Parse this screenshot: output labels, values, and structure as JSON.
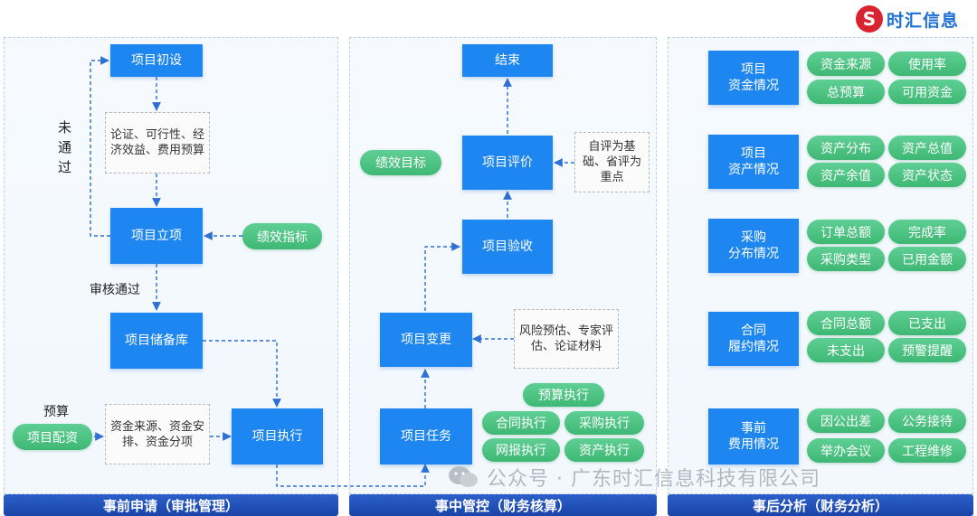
{
  "logo": {
    "mark": "S",
    "text": "时汇信息"
  },
  "sections": {
    "left_footer": "事前申请（审批管理）",
    "mid_footer": "事中管控（财务核算）",
    "right_footer": "事后分析（财务分析）"
  },
  "left": {
    "init": "项目初设",
    "note1": "论证、可行性、经济效益、费用预算",
    "approve": "项目立项",
    "indicator": "绩效指标",
    "not_passed": "未\n通\n过",
    "passed": "审核通过",
    "reserve": "项目储备库",
    "budget_label": "预算",
    "allocation": "项目配资",
    "note2": "资金来源、资金安排、资金分项",
    "execute": "项目执行"
  },
  "mid": {
    "end": "结束",
    "goal": "绩效目标",
    "evaluate": "项目评价",
    "note_eval": "自评为基础、省评为重点",
    "accept": "项目验收",
    "change": "项目变更",
    "note_change": "风险预估、专家评估、论证材料",
    "task": "项目任务",
    "tags": [
      "预算执行",
      "合同执行",
      "采购执行",
      "网报执行",
      "资产执行"
    ]
  },
  "right": {
    "groups": [
      {
        "title": "项目\n资金情况",
        "tags": [
          "资金来源",
          "使用率",
          "总预算",
          "可用资金"
        ]
      },
      {
        "title": "项目\n资产情况",
        "tags": [
          "资产分布",
          "资产总值",
          "资产余值",
          "资产状态"
        ]
      },
      {
        "title": "采购\n分布情况",
        "tags": [
          "订单总额",
          "完成率",
          "采购类型",
          "已用金额"
        ]
      },
      {
        "title": "合同\n履约情况",
        "tags": [
          "合同总额",
          "已支出",
          "未支出",
          "预警提醒"
        ]
      },
      {
        "title": "事前\n费用情况",
        "tags": [
          "因公出差",
          "公务接待",
          "举办会议",
          "工程维修"
        ]
      }
    ]
  },
  "watermark": "公众号 · 广东时汇信息科技有限公司",
  "colors": {
    "node_blue": "#1e86f0",
    "tag_green": "#4cc283",
    "footer_blue": "#1f4fb8",
    "arrow": "#2e6fd6"
  }
}
